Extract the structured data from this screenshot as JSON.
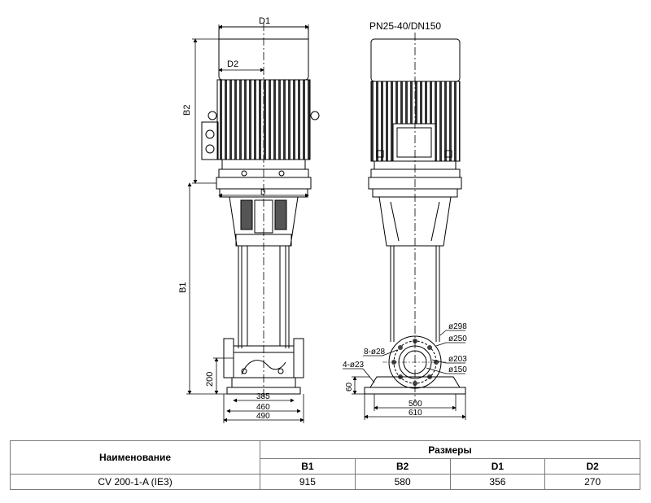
{
  "drawing": {
    "flange_spec": "PN25-40/DN150",
    "dims": {
      "D1": "D1",
      "D2": "D2",
      "D": "D",
      "B1": "B1",
      "B2": "B2",
      "h200": "200",
      "w385": "385",
      "w460": "460",
      "w490": "490",
      "d298": "ø298",
      "d250": "ø250",
      "d203": "ø203",
      "d150": "ø150",
      "holes8": "8-ø28",
      "holes4": "4-ø23",
      "h60": "60",
      "w500": "500",
      "w610": "610"
    }
  },
  "table": {
    "name_header": "Наименование",
    "dims_header": "Размеры",
    "columns": [
      "B1",
      "B2",
      "D1",
      "D2"
    ],
    "rows": [
      {
        "name": "CV 200-1-A (IE3)",
        "values": [
          "915",
          "580",
          "356",
          "270"
        ]
      }
    ]
  }
}
